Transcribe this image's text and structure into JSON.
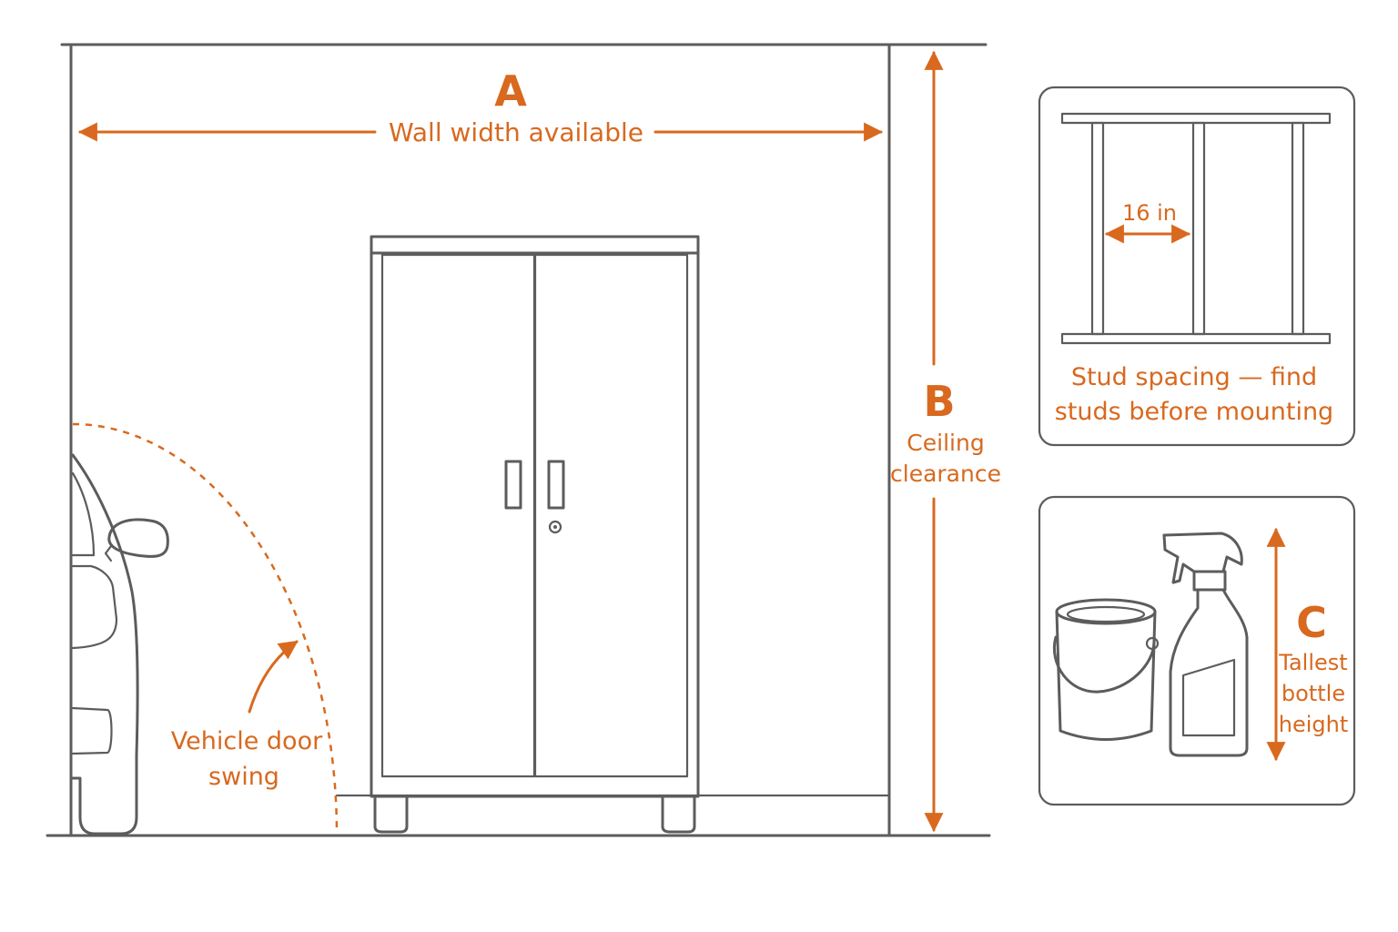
{
  "labels": {
    "a_letter": "A",
    "a_text": "Wall width available",
    "b_letter": "B",
    "b_text_1": "Ceiling",
    "b_text_2": "clearance",
    "c_letter": "C",
    "c_text_1": "Tallest",
    "c_text_2": "bottle",
    "c_text_3": "height",
    "stud_measure": "16 in",
    "stud_caption_1": "Stud spacing — find",
    "stud_caption_2": "studs before mounting",
    "door_swing_1": "Vehicle door",
    "door_swing_2": "swing"
  },
  "colors": {
    "accent": "#d8691f",
    "line": "#5c5c5c",
    "background": "#ffffff"
  },
  "icons": [
    "cabinet-icon",
    "car-icon",
    "paint-can-icon",
    "spray-bottle-icon",
    "wall-studs-icon"
  ]
}
